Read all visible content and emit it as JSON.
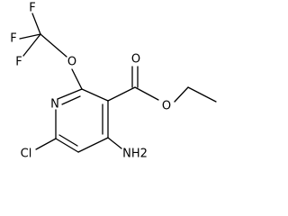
{
  "structure": {
    "atoms": {
      "f_top": "F",
      "f_left": "F",
      "f_bottom": "F",
      "o_ether": "O",
      "o_carbonyl": "O",
      "o_ester": "O",
      "n_ring": "N",
      "cl": "Cl",
      "nh2": "NH2"
    },
    "colors": {
      "bond": "#000000",
      "text": "#000000",
      "background": "#ffffff"
    }
  }
}
